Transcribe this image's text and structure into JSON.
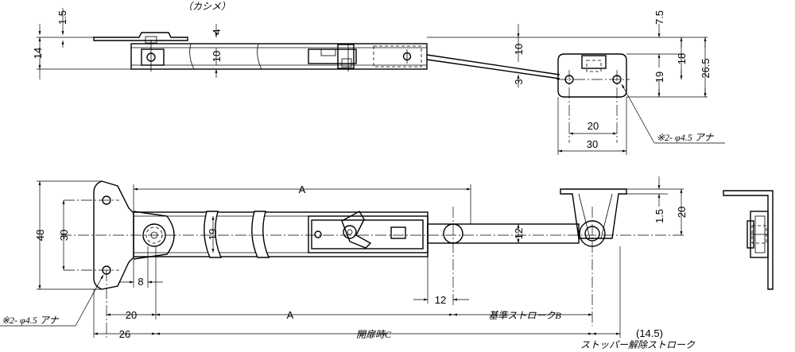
{
  "top_view": {
    "kashime_label": "（カシメ）",
    "dim_1_5_top": "1.5",
    "dim_14": "14",
    "dim_4": "4",
    "dim_10_left": "10",
    "dim_10_right": "10",
    "dim_3": "3",
    "dim_7_5": "7.5",
    "dim_18": "18",
    "dim_19": "19",
    "dim_26_5": "26.5",
    "dim_20": "20",
    "dim_30": "30",
    "hole_note": "※2- φ4.5 アナ"
  },
  "front_view": {
    "dim_A_top": "A",
    "dim_48": "48",
    "dim_30": "30",
    "dim_19": "19",
    "dim_8": "8",
    "dim_12_height": "12",
    "dim_1_5": "1.5",
    "dim_20_right": "20",
    "dim_12_bottom": "12",
    "dim_20_bottom": "20",
    "dim_A_bottom": "A",
    "dim_B_label": "基準ストロークB",
    "dim_26": "26",
    "dim_C_label": "開扉時C",
    "dim_14_5": "(14.5)",
    "stopper_label": "ストッパー解除ストローク",
    "hole_note": "※2- φ4.5 アナ"
  }
}
